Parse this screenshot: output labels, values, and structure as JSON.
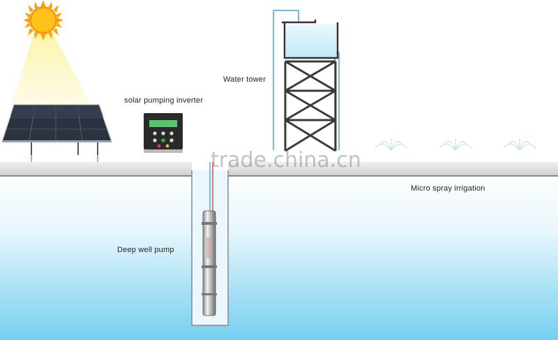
{
  "labels": {
    "inverter": "solar pumping inverter",
    "water_tower": "Water tower",
    "deep_well_pump": "Deep well pump",
    "micro_spray": "Micro spray irrigation"
  },
  "watermark": "trade.china.cn",
  "icons": [
    "sun-icon",
    "solar-panel-icon",
    "inverter-icon",
    "water-tower-icon",
    "sprinkler-icon",
    "pump-icon"
  ],
  "colors": {
    "sky_water_top": "#ffffff",
    "water_bottom": "#7fd4f2",
    "ground": "#dcdcdc",
    "sun": "#f7a70c",
    "beam": "#f7f08a",
    "pipe": "#3fa8d8",
    "tower_frame": "#3a3a3a"
  }
}
